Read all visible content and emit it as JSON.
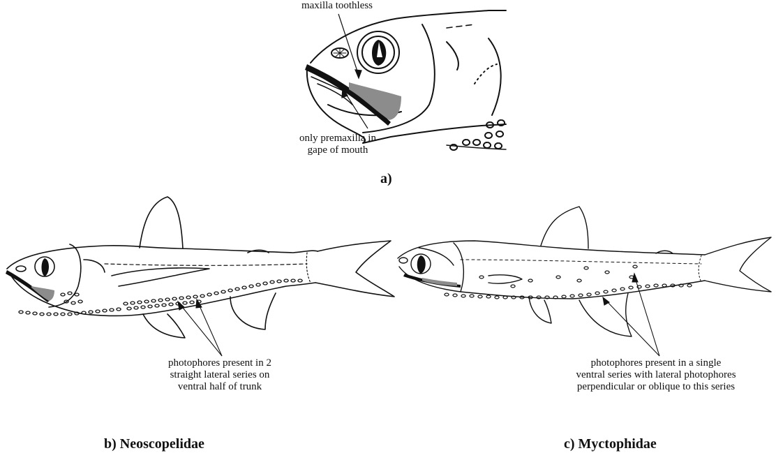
{
  "panel_a": {
    "label_top": "maxilla toothless",
    "label_bottom_line1": "only premaxilla in",
    "label_bottom_line2": "gape of mouth",
    "caption": "a)"
  },
  "panel_b": {
    "label_line1": "photophores present in 2",
    "label_line2": "straight lateral series on",
    "label_line3": "ventral half of trunk",
    "caption": "b) Neoscopelidae"
  },
  "panel_c": {
    "label_line1": "photophores present in a single",
    "label_line2": "ventral series with lateral photophores",
    "label_line3": "perpendicular or oblique to this series",
    "caption": "c) Myctophidae"
  },
  "colors": {
    "line": "#111111",
    "shade": "#8c8c8c"
  }
}
